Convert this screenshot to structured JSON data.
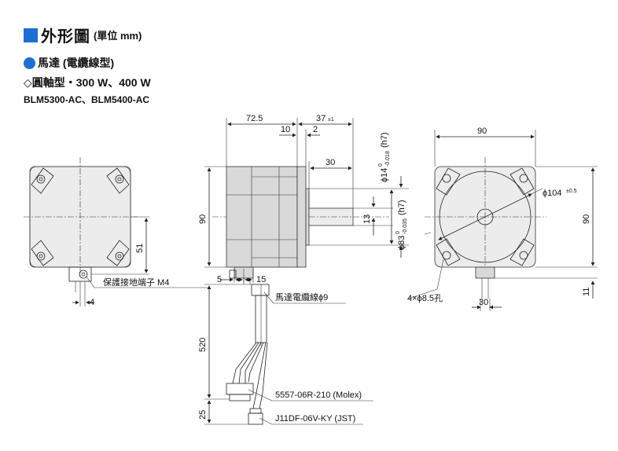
{
  "header": {
    "title": "外形圖",
    "unit": "(單位 mm)",
    "subtitle": "馬達 (電纜線型)",
    "spec": "◇圓軸型・300 W、400 W",
    "models": "BLM5300-AC、BLM5400-AC"
  },
  "dims": {
    "length_body": "72.5",
    "shaft_len": "37",
    "shaft_tol": "±1",
    "d10": "10",
    "d2": "2",
    "d30_shaft": "30",
    "shaft_dia": "ϕ14",
    "shaft_dia_tol_top": "0",
    "shaft_dia_tol_bot": "-0.018",
    "shaft_dia_fit": "(h7)",
    "pilot_dia": "ϕ83",
    "pilot_tol_top": "0",
    "pilot_tol_bot": "-0.035",
    "pilot_fit": "(h7)",
    "d13": "13",
    "height_90_side": "90",
    "width_90_front": "90",
    "height_90_front": "90",
    "pcd": "ϕ104",
    "pcd_tol": "±0.5",
    "holes": "4×ϕ8.5孔",
    "d30_front": "30",
    "d11": "11",
    "d51": "51",
    "d4": "4",
    "d5": "5",
    "d15": "15",
    "cable_len": "520",
    "d25": "25"
  },
  "labels": {
    "ground_terminal": "保護接地端子 M4",
    "cable": "馬達電纜線ϕ9",
    "connector1": "5557-06R-210 (Molex)",
    "connector2": "J11DF-06V-KY (JST)"
  },
  "colors": {
    "accent": "#1e6fd0"
  }
}
